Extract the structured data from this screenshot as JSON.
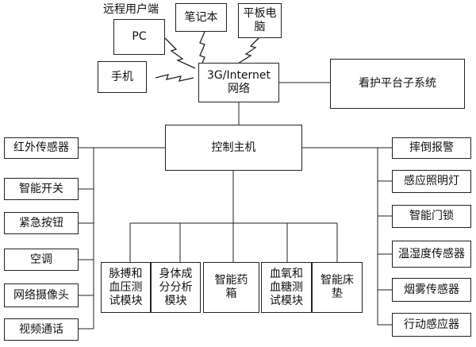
{
  "remote_user_label": "远程用户端",
  "terminals": {
    "pc": "PC",
    "notebook": "笔记本",
    "tablet": "平板电\n脑",
    "phone": "手机"
  },
  "network": "3G/Internet\n网络",
  "care_platform": "看护平台子系统",
  "control_host": "控制主机",
  "left_devices": [
    "红外传感器",
    "智能开关",
    "紧急按钮",
    "空调",
    "网络摄像头",
    "视频通话"
  ],
  "right_devices": [
    "摔倒报警",
    "感应照明灯",
    "智能门锁",
    "温湿度传感器",
    "烟雾传感器",
    "行动感应器"
  ],
  "bottom_modules": [
    "脉搏和\n血压测\n试模块",
    "身体成\n分分析\n模块",
    "智能药\n箱",
    "血氧和\n血糖测\n试模块",
    "智能床\n垫"
  ]
}
